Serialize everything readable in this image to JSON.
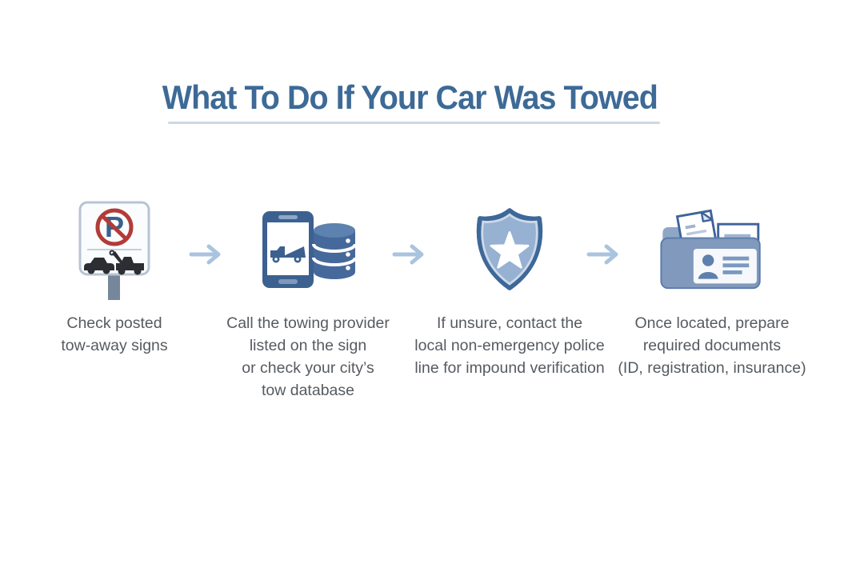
{
  "title": "What To Do If Your Car Was Towed",
  "steps": [
    {
      "id": 1,
      "icon": "tow-away-sign-icon",
      "caption": "Check posted\ntow-away signs"
    },
    {
      "id": 2,
      "icon": "phone-tow-database-icon",
      "caption": "Call the towing provider\nlisted on the sign\nor check your city’s\ntow database"
    },
    {
      "id": 3,
      "icon": "police-badge-icon",
      "caption": "If unsure, contact the\nlocal non-emergency police\nline for impound verification"
    },
    {
      "id": 4,
      "icon": "documents-folder-icon",
      "caption": "Once located, prepare\nrequired documents\n(ID, registration, insurance)"
    }
  ],
  "colors": {
    "title": "#3d6a96",
    "title_underline": "#ccd8e4",
    "caption_text": "#565b61",
    "arrow": "#a9c4de",
    "icon_dark_blue": "#3c6190",
    "icon_mid_blue": "#46699b",
    "icon_slate_blue": "#8099bd",
    "badge_fill": "#96b1d1",
    "prohibition_red": "#b23b38",
    "vehicle_silhouette": "#2b2e33",
    "sign_post_gray": "#76879b",
    "background": "#ffffff"
  }
}
